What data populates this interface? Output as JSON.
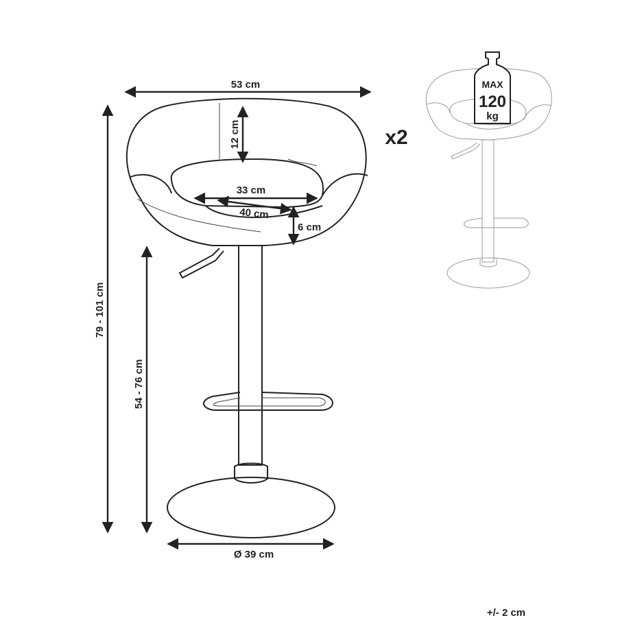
{
  "dimensions": {
    "width": "53 cm",
    "backrest_height": "12 cm",
    "seat_width": "33 cm",
    "seat_depth": "40 cm",
    "seat_thickness": "6 cm",
    "total_height": "79 - 101 cm",
    "seat_height": "54 - 76 cm",
    "base_diameter": "Ø 39 cm"
  },
  "quantity": "x2",
  "max_load": {
    "line1": "MAX",
    "line2": "120",
    "line3": "kg"
  },
  "tolerance": "+/- 2 cm"
}
